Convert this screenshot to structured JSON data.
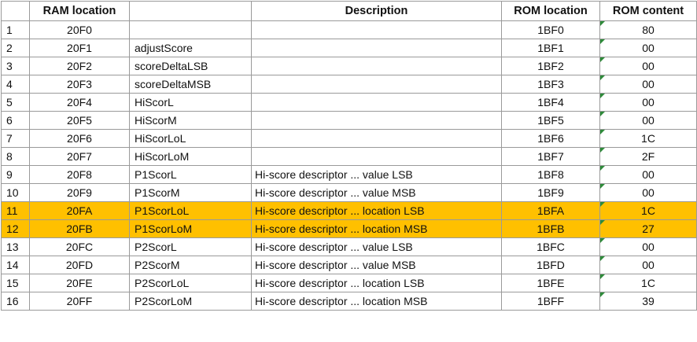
{
  "headers": {
    "row_num": "",
    "ram_location": "RAM location",
    "description": "Description",
    "rom_location": "ROM location",
    "rom_content": "ROM content"
  },
  "colors": {
    "highlight": "#ffc000",
    "cell_flag": "#2e8b3a"
  },
  "rows": [
    {
      "n": "1",
      "ram": "20F0",
      "label": "",
      "desc": "",
      "rom": "1BF0",
      "content": "80",
      "highlight": false
    },
    {
      "n": "2",
      "ram": "20F1",
      "label": "adjustScore",
      "desc": "",
      "rom": "1BF1",
      "content": "00",
      "highlight": false
    },
    {
      "n": "3",
      "ram": "20F2",
      "label": "scoreDeltaLSB",
      "desc": "",
      "rom": "1BF2",
      "content": "00",
      "highlight": false
    },
    {
      "n": "4",
      "ram": "20F3",
      "label": "scoreDeltaMSB",
      "desc": "",
      "rom": "1BF3",
      "content": "00",
      "highlight": false
    },
    {
      "n": "5",
      "ram": "20F4",
      "label": "HiScorL",
      "desc": "",
      "rom": "1BF4",
      "content": "00",
      "highlight": false
    },
    {
      "n": "6",
      "ram": "20F5",
      "label": "HiScorM",
      "desc": "",
      "rom": "1BF5",
      "content": "00",
      "highlight": false
    },
    {
      "n": "7",
      "ram": "20F6",
      "label": "HiScorLoL",
      "desc": "",
      "rom": "1BF6",
      "content": "1C",
      "highlight": false
    },
    {
      "n": "8",
      "ram": "20F7",
      "label": "HiScorLoM",
      "desc": "",
      "rom": "1BF7",
      "content": "2F",
      "highlight": false
    },
    {
      "n": "9",
      "ram": "20F8",
      "label": "P1ScorL",
      "desc": "Hi-score descriptor ... value LSB",
      "rom": "1BF8",
      "content": "00",
      "highlight": false
    },
    {
      "n": "10",
      "ram": "20F9",
      "label": "P1ScorM",
      "desc": "Hi-score descriptor ... value MSB",
      "rom": "1BF9",
      "content": "00",
      "highlight": false
    },
    {
      "n": "11",
      "ram": "20FA",
      "label": "P1ScorLoL",
      "desc": "Hi-score descriptor ... location LSB",
      "rom": "1BFA",
      "content": "1C",
      "highlight": true
    },
    {
      "n": "12",
      "ram": "20FB",
      "label": "P1ScorLoM",
      "desc": "Hi-score descriptor ... location MSB",
      "rom": "1BFB",
      "content": "27",
      "highlight": true
    },
    {
      "n": "13",
      "ram": "20FC",
      "label": "P2ScorL",
      "desc": "Hi-score descriptor ... value LSB",
      "rom": "1BFC",
      "content": "00",
      "highlight": false
    },
    {
      "n": "14",
      "ram": "20FD",
      "label": "P2ScorM",
      "desc": "Hi-score descriptor ... value MSB",
      "rom": "1BFD",
      "content": "00",
      "highlight": false
    },
    {
      "n": "15",
      "ram": "20FE",
      "label": "P2ScorLoL",
      "desc": "Hi-score descriptor ... location LSB",
      "rom": "1BFE",
      "content": "1C",
      "highlight": false
    },
    {
      "n": "16",
      "ram": "20FF",
      "label": "P2ScorLoM",
      "desc": "Hi-score descriptor ... location MSB",
      "rom": "1BFF",
      "content": "39",
      "highlight": false
    }
  ]
}
